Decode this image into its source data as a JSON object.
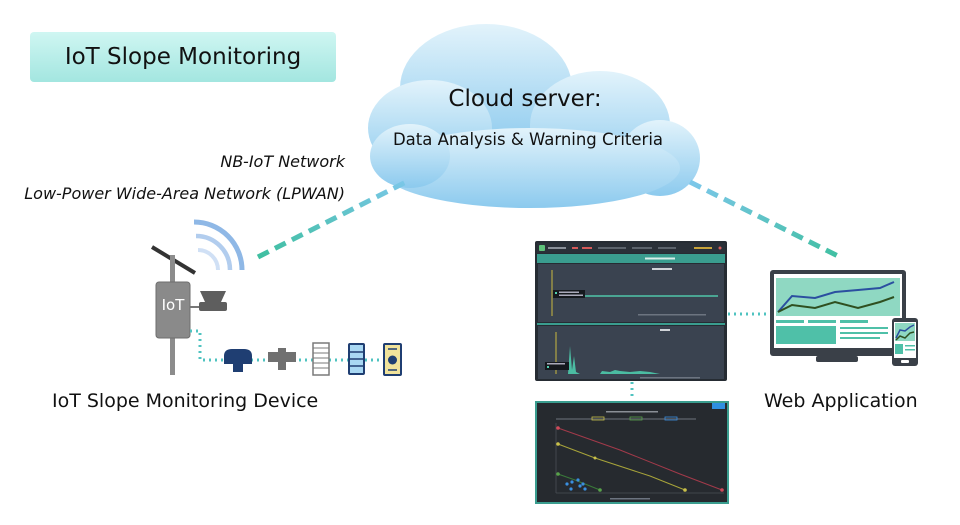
{
  "title": "IoT Slope Monitoring",
  "network": {
    "line1": "NB-IoT Network",
    "line2": "Low-Power Wide-Area Network (LPWAN)"
  },
  "cloud": {
    "title": "Cloud server:",
    "subtitle": "Data Analysis & Warning Criteria"
  },
  "device": {
    "label": "IoT Slope Monitoring Device",
    "box_text": "IoT",
    "sensors": [
      "rain-gauge-icon",
      "tiltmeter-icon",
      "extensometer-icon",
      "inclinometer-icon",
      "piezometer-icon"
    ]
  },
  "web_app": {
    "label": "Web Application"
  },
  "colors": {
    "title_bg": "#a3e6e0",
    "cloud": "#9fd3f0",
    "link_teal": "#3fbfa8",
    "link_blue": "#7cc7ea",
    "dashboard_bg": "#3a4350",
    "dashboard_accent": "#3a9d8f",
    "chart_green": "#4fd1b0",
    "dark_chart_bg": "#262a2f",
    "monitor_screen": "#8fd8c2",
    "series_blue": "#2b4fa0",
    "series_green": "#3a5b2a"
  }
}
